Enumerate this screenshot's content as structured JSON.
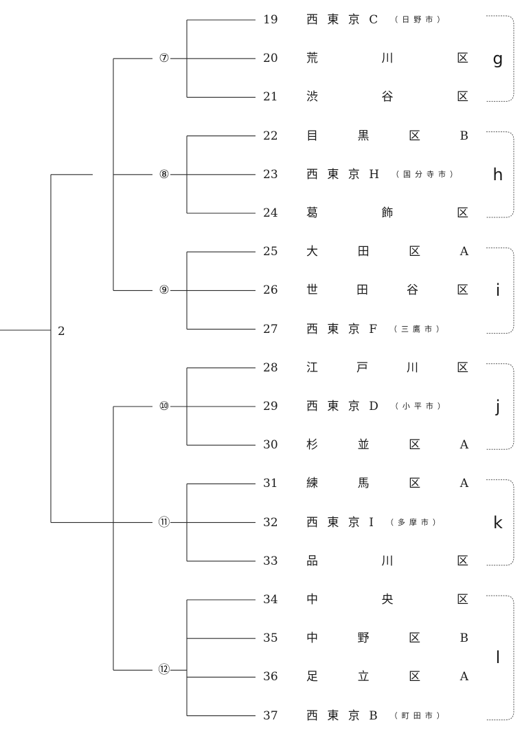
{
  "seed_label": "2",
  "matches": [
    {
      "id": "m7",
      "label": "⑦"
    },
    {
      "id": "m8",
      "label": "⑧"
    },
    {
      "id": "m9",
      "label": "⑨"
    },
    {
      "id": "m10",
      "label": "⑩"
    },
    {
      "id": "m11",
      "label": "⑪"
    },
    {
      "id": "m12",
      "label": "⑫"
    }
  ],
  "teams": [
    {
      "num": "19",
      "chars": [
        "西",
        "東",
        "京",
        "C"
      ],
      "paren": "（日野市）"
    },
    {
      "num": "20",
      "chars": [
        "荒",
        "川",
        "区"
      ]
    },
    {
      "num": "21",
      "chars": [
        "渋",
        "谷",
        "区"
      ]
    },
    {
      "num": "22",
      "chars": [
        "目",
        "黒",
        "区",
        "B"
      ]
    },
    {
      "num": "23",
      "chars": [
        "西",
        "東",
        "京",
        "H"
      ],
      "paren": "（国分寺市）"
    },
    {
      "num": "24",
      "chars": [
        "葛",
        "飾",
        "区"
      ]
    },
    {
      "num": "25",
      "chars": [
        "大",
        "田",
        "区",
        "A"
      ]
    },
    {
      "num": "26",
      "chars": [
        "世",
        "田",
        "谷",
        "区"
      ]
    },
    {
      "num": "27",
      "chars": [
        "西",
        "東",
        "京",
        "F"
      ],
      "paren": "（三鷹市）"
    },
    {
      "num": "28",
      "chars": [
        "江",
        "戸",
        "川",
        "区"
      ]
    },
    {
      "num": "29",
      "chars": [
        "西",
        "東",
        "京",
        "D"
      ],
      "paren": "（小平市）"
    },
    {
      "num": "30",
      "chars": [
        "杉",
        "並",
        "区",
        "A"
      ]
    },
    {
      "num": "31",
      "chars": [
        "練",
        "馬",
        "区",
        "A"
      ]
    },
    {
      "num": "32",
      "chars": [
        "西",
        "東",
        "京",
        "I"
      ],
      "paren": "（多摩市）"
    },
    {
      "num": "33",
      "chars": [
        "品",
        "川",
        "区"
      ]
    },
    {
      "num": "34",
      "chars": [
        "中",
        "央",
        "区"
      ]
    },
    {
      "num": "35",
      "chars": [
        "中",
        "野",
        "区",
        "B"
      ]
    },
    {
      "num": "36",
      "chars": [
        "足",
        "立",
        "区",
        "A"
      ]
    },
    {
      "num": "37",
      "chars": [
        "西",
        "東",
        "京",
        "B"
      ],
      "paren": "（町田市）"
    }
  ],
  "groups": [
    {
      "letter": "g"
    },
    {
      "letter": "h"
    },
    {
      "letter": "i"
    },
    {
      "letter": "j"
    },
    {
      "letter": "k"
    },
    {
      "letter": "l"
    }
  ]
}
